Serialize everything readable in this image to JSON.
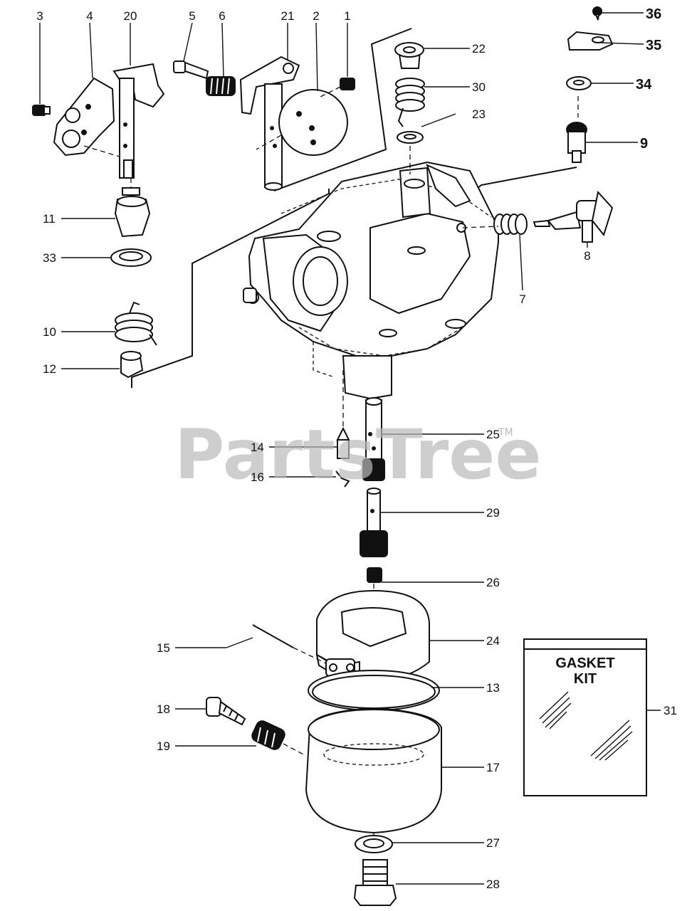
{
  "watermark": {
    "text": "PartsTree",
    "tm": "TM"
  },
  "gasket_kit": {
    "line1": "GASKET",
    "line2": "KIT"
  },
  "callouts": [
    {
      "id": "p3",
      "label": "3",
      "bold": false
    },
    {
      "id": "p4",
      "label": "4",
      "bold": false
    },
    {
      "id": "p20",
      "label": "20",
      "bold": false
    },
    {
      "id": "p5",
      "label": "5",
      "bold": false
    },
    {
      "id": "p6",
      "label": "6",
      "bold": false
    },
    {
      "id": "p21",
      "label": "21",
      "bold": false
    },
    {
      "id": "p2",
      "label": "2",
      "bold": false
    },
    {
      "id": "p1",
      "label": "1",
      "bold": false
    },
    {
      "id": "p22",
      "label": "22",
      "bold": false
    },
    {
      "id": "p30",
      "label": "30",
      "bold": false
    },
    {
      "id": "p23",
      "label": "23",
      "bold": false
    },
    {
      "id": "p36",
      "label": "36",
      "bold": true
    },
    {
      "id": "p35",
      "label": "35",
      "bold": true
    },
    {
      "id": "p34",
      "label": "34",
      "bold": true
    },
    {
      "id": "p9",
      "label": "9",
      "bold": true
    },
    {
      "id": "p8",
      "label": "8",
      "bold": false
    },
    {
      "id": "p7",
      "label": "7",
      "bold": false
    },
    {
      "id": "p11",
      "label": "11",
      "bold": false
    },
    {
      "id": "p33",
      "label": "33",
      "bold": false
    },
    {
      "id": "p10",
      "label": "10",
      "bold": false
    },
    {
      "id": "p12",
      "label": "12",
      "bold": false
    },
    {
      "id": "p14",
      "label": "14",
      "bold": false
    },
    {
      "id": "p16",
      "label": "16",
      "bold": false
    },
    {
      "id": "p25",
      "label": "25",
      "bold": false
    },
    {
      "id": "p29",
      "label": "29",
      "bold": false
    },
    {
      "id": "p26",
      "label": "26",
      "bold": false
    },
    {
      "id": "p15",
      "label": "15",
      "bold": false
    },
    {
      "id": "p24",
      "label": "24",
      "bold": false
    },
    {
      "id": "p13",
      "label": "13",
      "bold": false
    },
    {
      "id": "p31",
      "label": "31",
      "bold": false
    },
    {
      "id": "p18",
      "label": "18",
      "bold": false
    },
    {
      "id": "p19",
      "label": "19",
      "bold": false
    },
    {
      "id": "p17",
      "label": "17",
      "bold": false
    },
    {
      "id": "p27",
      "label": "27",
      "bold": false
    },
    {
      "id": "p28",
      "label": "28",
      "bold": false
    }
  ]
}
